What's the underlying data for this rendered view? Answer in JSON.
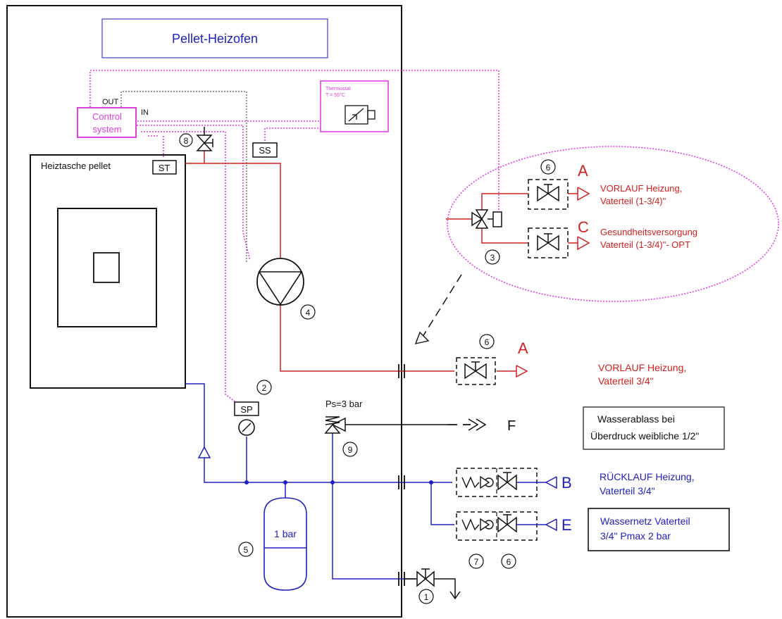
{
  "title": "Pellet-Heizofen",
  "control": {
    "line1": "Control",
    "line2": "system",
    "out": "OUT",
    "in": "IN"
  },
  "thermostat": {
    "line1": "Thermostat",
    "line2": "T = 55°C"
  },
  "sensors": {
    "ss": "SS",
    "st": "ST",
    "sp": "SP"
  },
  "heiztasche": "Heiztasche pellet",
  "vessel": "1 bar",
  "safety_valve": "Ps=3 bar",
  "numbers": {
    "n1": "1",
    "n2": "2",
    "n3": "3",
    "n4": "4",
    "n5": "5",
    "n6_top": "6",
    "n6_mid": "6",
    "n6_bot": "6",
    "n7": "7",
    "n8": "8",
    "n9": "9"
  },
  "ports": {
    "A_top": "A",
    "C": "C",
    "A_mid": "A",
    "F": "F",
    "B": "B",
    "E": "E"
  },
  "texts": {
    "vorlauf_top_1": "VORLAUF Heizung,",
    "vorlauf_top_2": "Vaterteil (1-3/4)\"",
    "gesund_1": "Gesundheitsversorgung",
    "gesund_2": "Vaterteil (1-3/4)\"- OPT",
    "vorlauf_mid_1": "VORLAUF Heizung,",
    "vorlauf_mid_2": "Vaterteil 3/4\"",
    "ablass_1": "Wasserablass bei",
    "ablass_2": "Überdruck weibliche 1/2\"",
    "ruecklauf_1": "RÜCKLAUF Heizung,",
    "ruecklauf_2": "Vaterteil 3/4\"",
    "wassernetz_1": "Wassernetz  Vaterteil",
    "wassernetz_2": "3/4\" Pmax 2 bar"
  },
  "colors": {
    "red": "#d42020",
    "blue": "#2020c0",
    "magenta": "#e040e0",
    "black": "#111111"
  }
}
